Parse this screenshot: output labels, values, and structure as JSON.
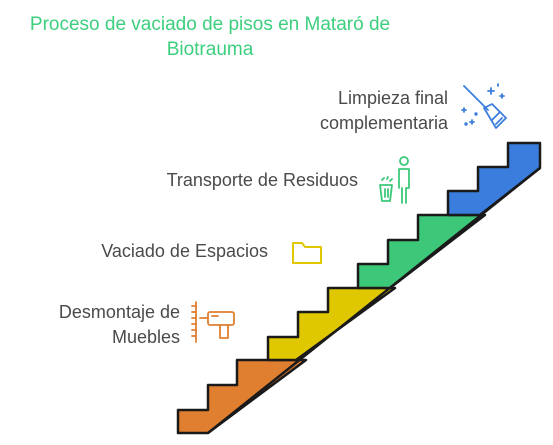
{
  "title": "Proceso de vaciado de pisos en Mataró de Biotrauma",
  "steps": [
    {
      "label": "Desmontaje de Muebles",
      "color": "#e07f30",
      "icon": "drill-icon"
    },
    {
      "label": "Vaciado de Espacios",
      "color": "#e0c800",
      "icon": "folder-icon"
    },
    {
      "label": "Transporte de Residuos",
      "color": "#3cc878",
      "icon": "person-trash-icon"
    },
    {
      "label": "Limpieza final complementaria",
      "color": "#3b7ddd",
      "icon": "broom-sparkle-icon"
    }
  ]
}
